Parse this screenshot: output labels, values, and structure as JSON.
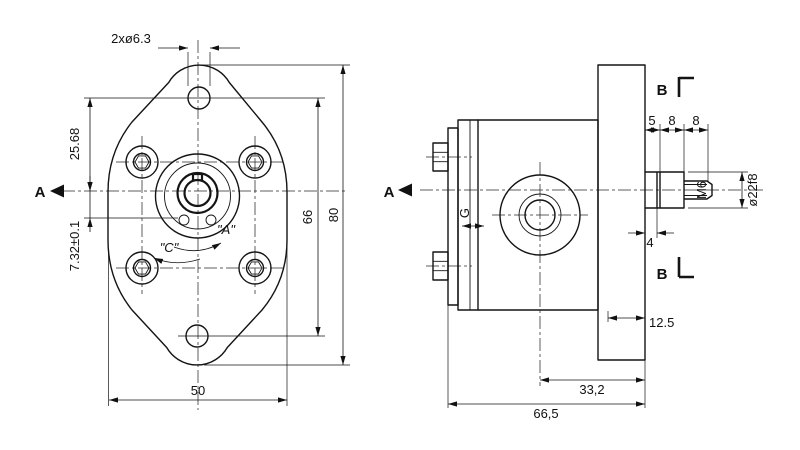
{
  "front_view": {
    "hole_callout": "2xø6.3",
    "dim_vertical_upper": "25.68",
    "dim_vertical_lower": "7.32±0.1",
    "dim_hole_distance": "66",
    "dim_height": "80",
    "dim_width": "50",
    "view_label": "A",
    "rot_label_a": "\"A\"",
    "rot_label_c": "\"C\""
  },
  "side_view": {
    "view_label": "A",
    "section_top": "B",
    "section_bottom": "B",
    "dim_5": "5",
    "dim_8a": "8",
    "dim_8b": "8",
    "thread_callout": "M6",
    "shaft_dia_callout": "ø22f8",
    "dim_4": "4",
    "dim_12_5": "12.5",
    "dim_33_2": "33,2",
    "dim_66_5": "66,5",
    "port_label": "G"
  }
}
